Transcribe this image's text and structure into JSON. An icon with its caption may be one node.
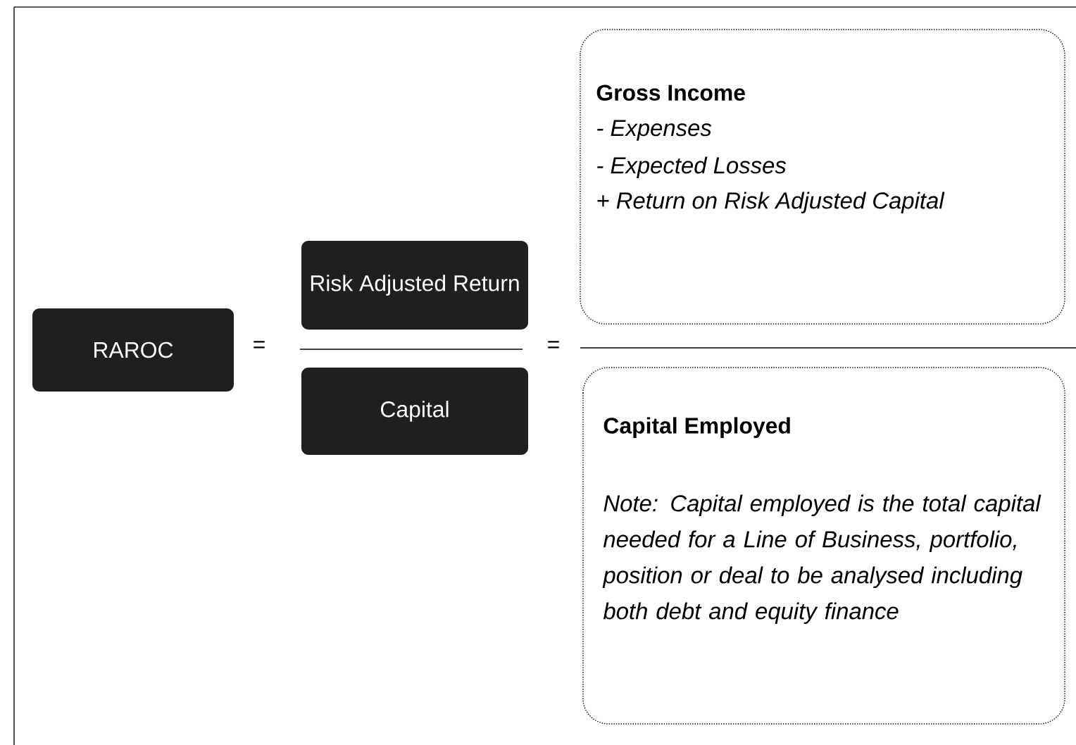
{
  "diagram": {
    "nodes": [
      {
        "text": [
          "RAROC"
        ]
      },
      {
        "text": [
          "Risk Adjusted Return"
        ]
      },
      {
        "text": [
          "Capital"
        ]
      },
      {
        "text": [
          "Gross Income",
          "- Expenses",
          "- Expected Losses",
          "+ Return on Risk Adjusted Capital"
        ]
      },
      {
        "text": [
          "Capital Employed",
          "Note: Capital employed is the total capital needed for a Line of Business, portfolio, position or deal to be analysed including both debt and equity finance"
        ]
      }
    ],
    "labels": [
      "=",
      "="
    ]
  }
}
